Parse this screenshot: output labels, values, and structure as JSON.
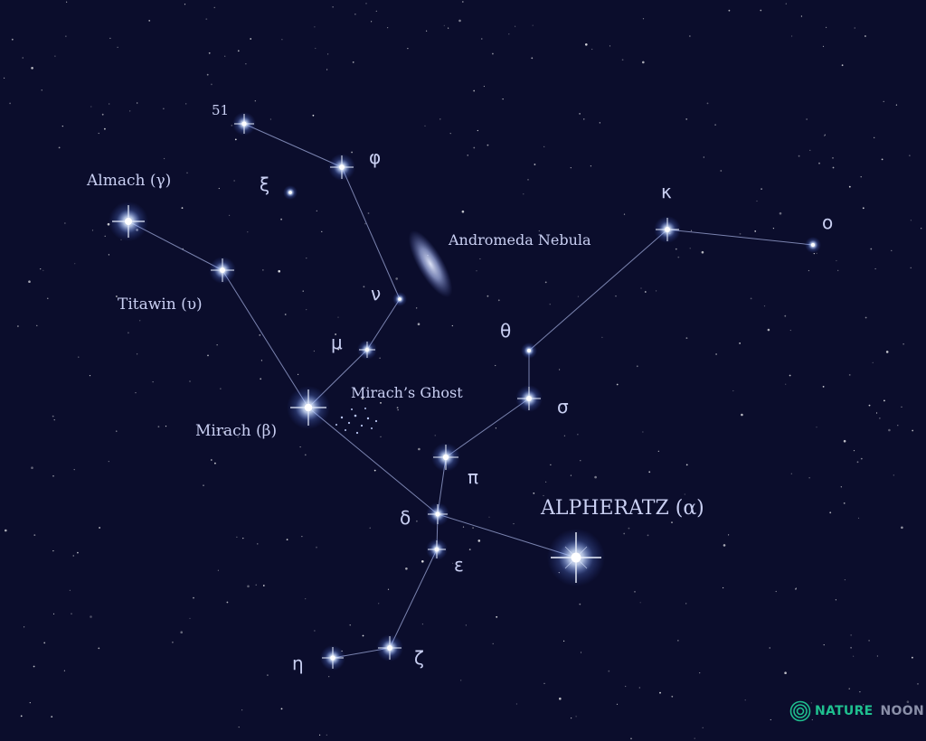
{
  "colors": {
    "background": "#0b0d2c",
    "line": "#8e98c6",
    "star_core": "#ffffff",
    "star_glow": "#7fa6ff",
    "label": "#c9cff2",
    "logo_green": "#1fbf8f",
    "logo_gray": "#8a8fa8"
  },
  "labels": {
    "s51": "51",
    "phi": "φ",
    "xi": "ξ",
    "almach": "Almach (γ)",
    "titawin": "Titawin (υ)",
    "nu": "ν",
    "mu": "μ",
    "andromeda_nebula": "Andromeda Nebula",
    "mirach_ghost": "Mirach’s Ghost",
    "mirach": "Mirach (β)",
    "kappa": "κ",
    "omicron": "ο",
    "theta": "θ",
    "sigma": "σ",
    "pi": "π",
    "delta": "δ",
    "epsilon": "ε",
    "alpheratz": "ALPHERATZ (α)",
    "eta": "η",
    "zeta": "ζ"
  },
  "logo": {
    "icon": "spiral-icon",
    "word1": "NATURE",
    "word2": "NOON"
  }
}
